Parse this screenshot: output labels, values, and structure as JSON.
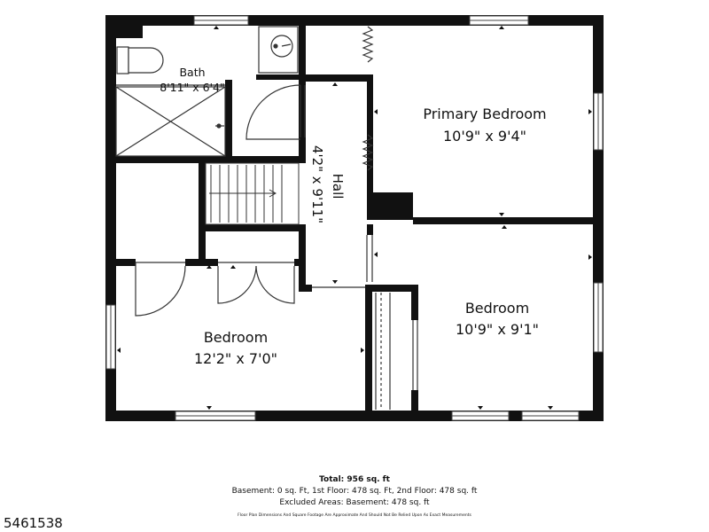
{
  "floorplan": {
    "rooms": [
      {
        "id": "bath",
        "name": "Bath",
        "dims": "8'11\" x 6'4\""
      },
      {
        "id": "primary",
        "name": "Primary Bedroom",
        "dims": "10'9\" x 9'4\""
      },
      {
        "id": "hall",
        "name": "Hall",
        "dims": "4'2\" x 9'11\""
      },
      {
        "id": "bedroom_sw",
        "name": "Bedroom",
        "dims": "12'2\" x 7'0\""
      },
      {
        "id": "bedroom_se",
        "name": "Bedroom",
        "dims": "10'9\" x 9'1\""
      }
    ]
  },
  "footer": {
    "total": "Total: 956 sq. ft",
    "detail": "Basement: 0 sq. Ft, 1st Floor: 478 sq. Ft, 2nd Floor: 478 sq. ft",
    "excluded": "Excluded Areas: Basement: 478 sq. ft",
    "disclaimer": "Floor Plan Dimensions And Square Footage Are Approximate And Should Not Be Relied Upon As Exact Measurements"
  },
  "listing_id": "5461538",
  "colors": {
    "wall": "#111111",
    "background": "#ffffff",
    "fixture": "#333333"
  }
}
